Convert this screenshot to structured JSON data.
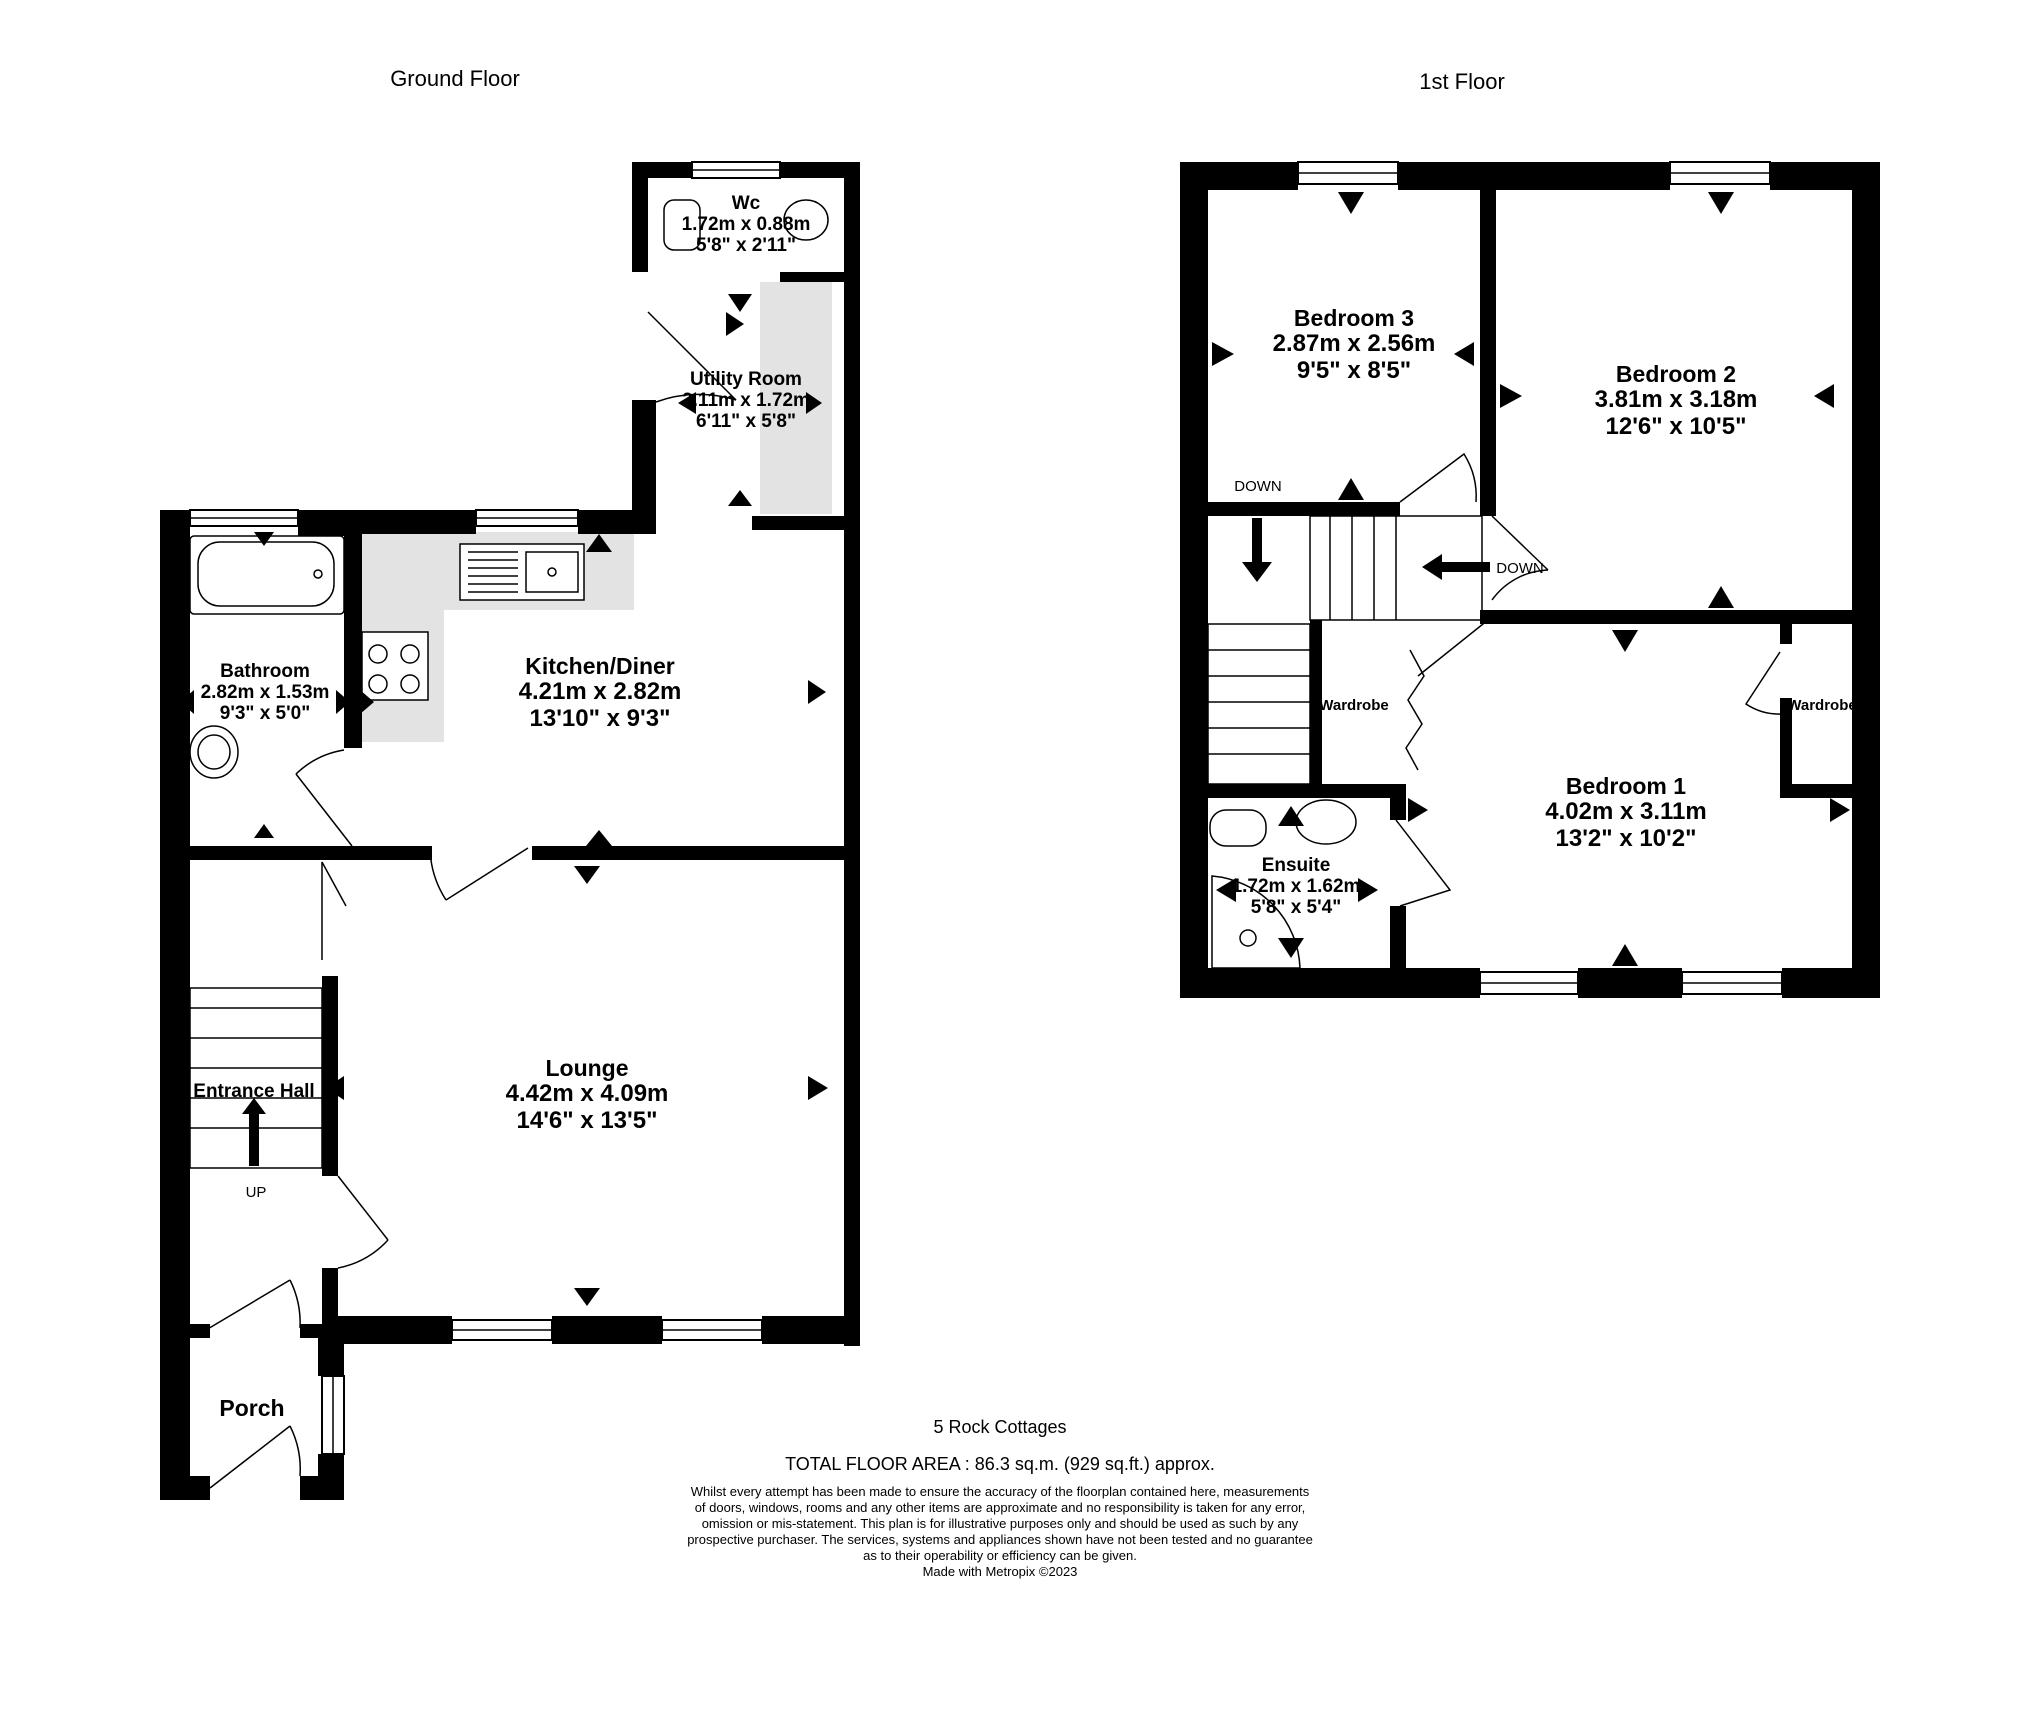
{
  "floors": {
    "ground": "Ground Floor",
    "first": "1st Floor"
  },
  "rooms": {
    "wc": {
      "name": "Wc",
      "metric": "1.72m  x 0.88m",
      "imperial": "5'8\"  x 2'11\""
    },
    "utility": {
      "name": "Utility Room",
      "metric": "2.11m  x 1.72m",
      "imperial": "6'11\"  x 5'8\""
    },
    "bathroom": {
      "name": "Bathroom",
      "metric": "2.82m  x 1.53m",
      "imperial": "9'3\"  x 5'0\""
    },
    "kitchen": {
      "name": "Kitchen/Diner",
      "metric": "4.21m  x 2.82m",
      "imperial": "13'10\"  x 9'3\""
    },
    "entrance": {
      "name": "Entrance Hall"
    },
    "lounge": {
      "name": "Lounge",
      "metric": "4.42m  x 4.09m",
      "imperial": "14'6\"  x 13'5\""
    },
    "porch": {
      "name": "Porch"
    },
    "bedroom3": {
      "name": "Bedroom 3",
      "metric": "2.87m  x 2.56m",
      "imperial": "9'5\"  x 8'5\""
    },
    "bedroom2": {
      "name": "Bedroom 2",
      "metric": "3.81m  x 3.18m",
      "imperial": "12'6\"  x 10'5\""
    },
    "bedroom1": {
      "name": "Bedroom 1",
      "metric": "4.02m  x 3.11m",
      "imperial": "13'2\"  x 10'2\""
    },
    "ensuite": {
      "name": "Ensuite",
      "metric": "1.72m  x 1.62m",
      "imperial": "5'8\"  x 5'4\""
    },
    "wardrobe_left": {
      "name": "Wardrobe"
    },
    "wardrobe_right": {
      "name": "Wardrobe"
    }
  },
  "stairs": {
    "up": "UP",
    "down_top": "DOWN",
    "down_side": "DOWN"
  },
  "footer": {
    "address": "5 Rock Cottages",
    "total_area": "TOTAL FLOOR AREA : 86.3 sq.m. (929 sq.ft.) approx.",
    "disclaimer": [
      "Whilst every attempt has been made to ensure the accuracy of the floorplan contained here, measurements",
      "of doors, windows, rooms and any other items are approximate and no responsibility is taken for any error,",
      "omission or mis-statement. This plan is for illustrative purposes only and should be used as such by any",
      "prospective purchaser. The services, systems and appliances shown have not been tested and no guarantee",
      "as to their operability or efficiency can be given."
    ],
    "credit": "Made with Metropix ©2023"
  },
  "colors": {
    "wall": "#000000",
    "fitted_units": "#e3e3e3",
    "background": "#ffffff"
  }
}
